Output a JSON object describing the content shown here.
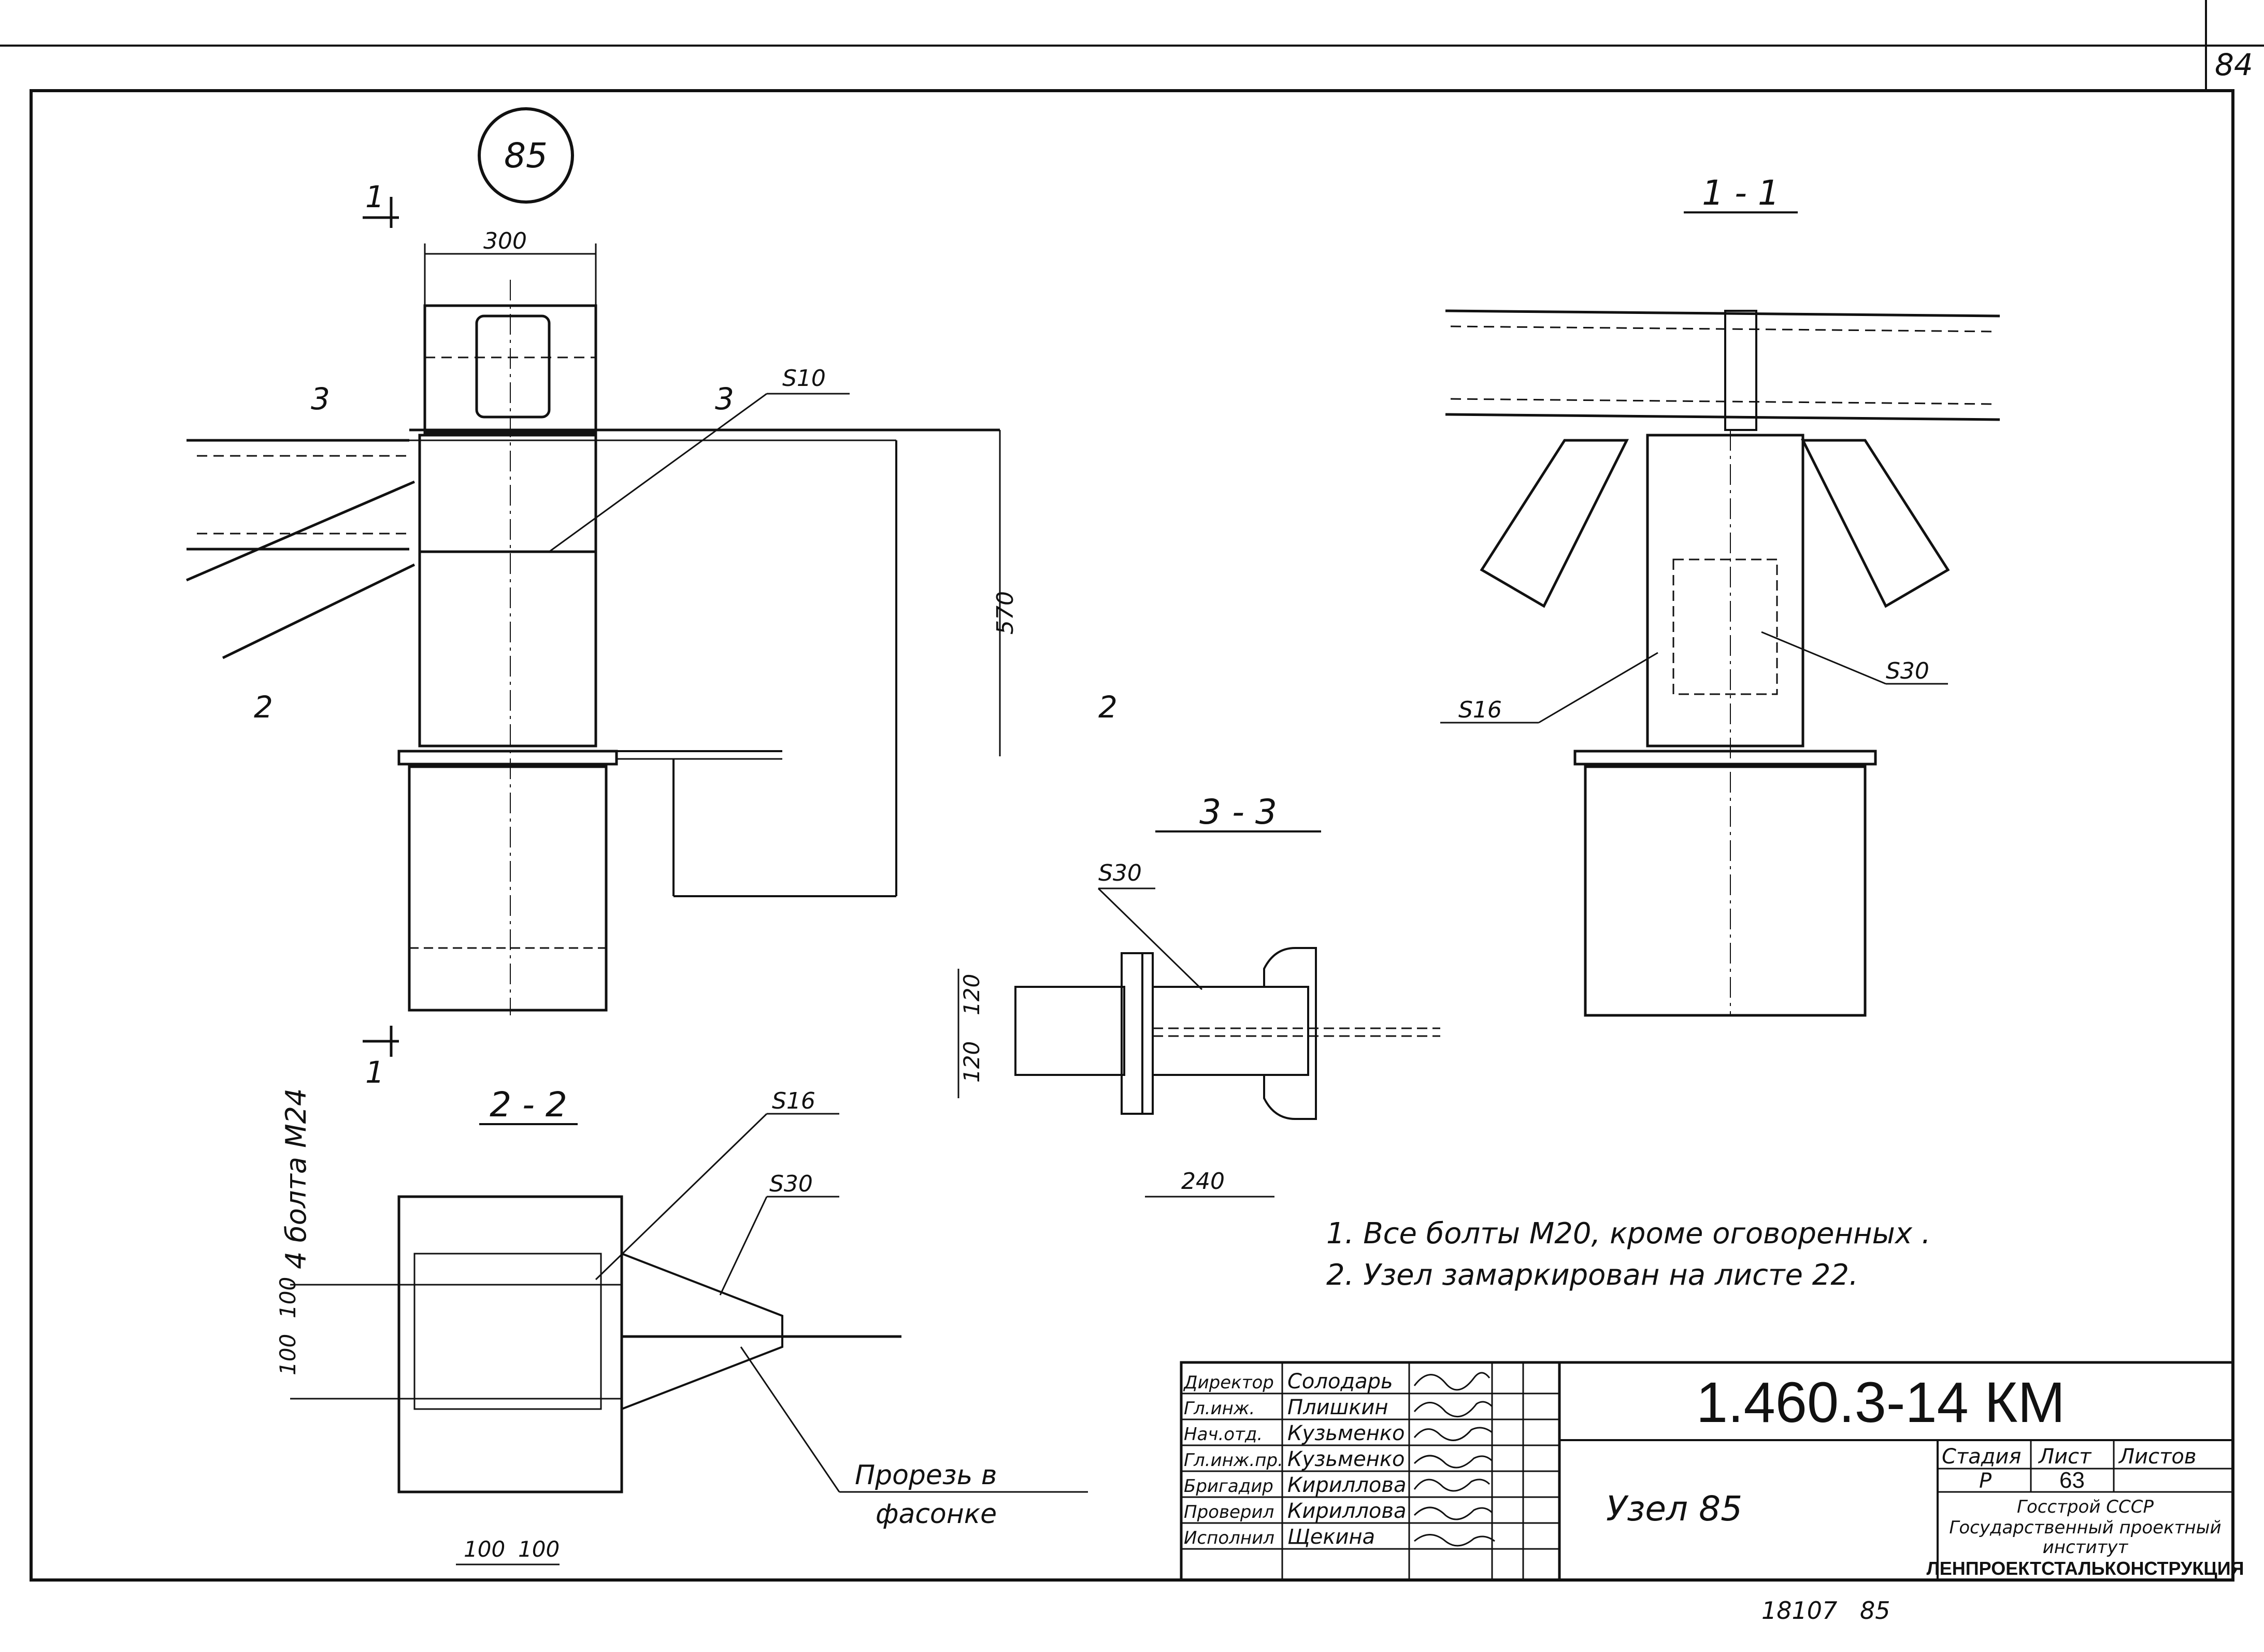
{
  "page_number": "84",
  "node_marker": "85",
  "main_view": {
    "cut_1_label": "1",
    "dim_width": "300",
    "dim_height": "570",
    "cut_3_label": "3",
    "cut_2_label": "2",
    "plate_label": "S10"
  },
  "section_1_1": {
    "title": "1 - 1",
    "label_s16": "S16",
    "label_s30": "S30"
  },
  "section_2_2": {
    "title": "2 - 2",
    "bolts_note": "4 болта M24",
    "label_s16": "S16",
    "label_s30": "S30",
    "dim_100a": "100",
    "dim_100b": "100",
    "dim_bottom_a": "100",
    "dim_bottom_b": "100",
    "slot_note_1": "Прорезь в",
    "slot_note_2": "фасонке"
  },
  "section_3_3": {
    "title": "3 - 3",
    "label_s30": "S30",
    "dim_120a": "120",
    "dim_120b": "120",
    "dim_240": "240"
  },
  "notes": [
    "1. Все болты M20, кроме оговоренных .",
    "2. Узел замаркирован на листе 22."
  ],
  "title_block": {
    "doc_code": "1.460.3-14 КМ",
    "drawing_name": "Узел 85",
    "col_stage": "Стадия",
    "col_sheet": "Лист",
    "col_sheets": "Листов",
    "stage": "Р",
    "sheet": "63",
    "org_1": "Госстрой СССР",
    "org_2": "Государственный проектный",
    "org_3": "институт",
    "org_4": "ЛЕНПРОЕКТСТАЛЬКОНСТРУКЦИЯ",
    "staff": [
      {
        "role": "Директор",
        "name": "Солодарь"
      },
      {
        "role": "Гл.инж.",
        "name": "Плишкин"
      },
      {
        "role": "Нач.отд.",
        "name": "Кузьменко"
      },
      {
        "role": "Гл.инж.пр.",
        "name": "Кузьменко"
      },
      {
        "role": "Бригадир",
        "name": "Кириллова"
      },
      {
        "role": "Проверил",
        "name": "Кириллова"
      },
      {
        "role": "Исполнил",
        "name": "Щекина"
      }
    ]
  },
  "footer_left": "18107",
  "footer_right": "85"
}
